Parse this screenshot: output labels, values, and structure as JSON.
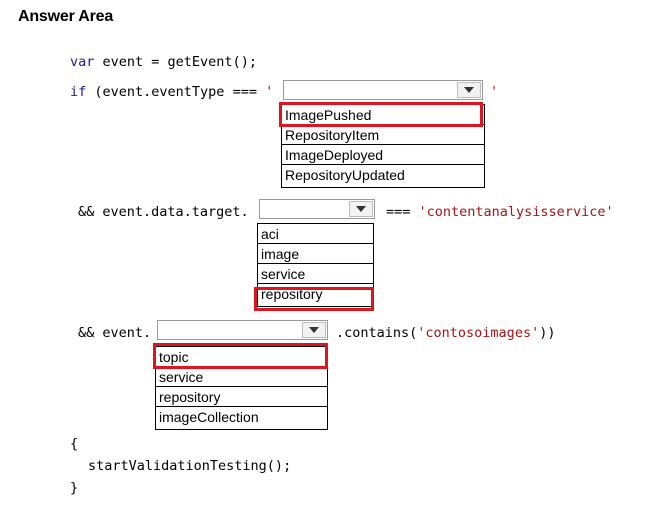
{
  "title": "Answer Area",
  "code": {
    "line1": {
      "kw": "var",
      "rest": " event = getEvent();"
    },
    "line2": {
      "kw": "if",
      "rest": " (event.eventType === ",
      "quote_open": "'",
      "quote_close": "'"
    },
    "line3": {
      "prefix": "&& event.data.target.",
      "op": "=== ",
      "str": "'contentanalysisservice'"
    },
    "line4": {
      "prefix": "&& event.",
      "contains_start": ".contains(",
      "str": "'contosoimages'",
      "contains_end": "))"
    },
    "brace_open": "{",
    "call": "startValidationTesting();",
    "brace_close": "}"
  },
  "dropdown1": {
    "options": [
      "ImagePushed",
      "RepositoryItem",
      "ImageDeployed",
      "RepositoryUpdated"
    ],
    "highlighted": "ImagePushed"
  },
  "dropdown2": {
    "options": [
      "aci",
      "image",
      "service",
      "repository"
    ],
    "highlighted": "repository"
  },
  "dropdown3": {
    "options": [
      "topic",
      "service",
      "repository",
      "imageCollection"
    ],
    "highlighted": "topic"
  },
  "colors": {
    "keyword": "#1a1aa6",
    "string": "#a31515",
    "highlight": "#e0141f"
  }
}
